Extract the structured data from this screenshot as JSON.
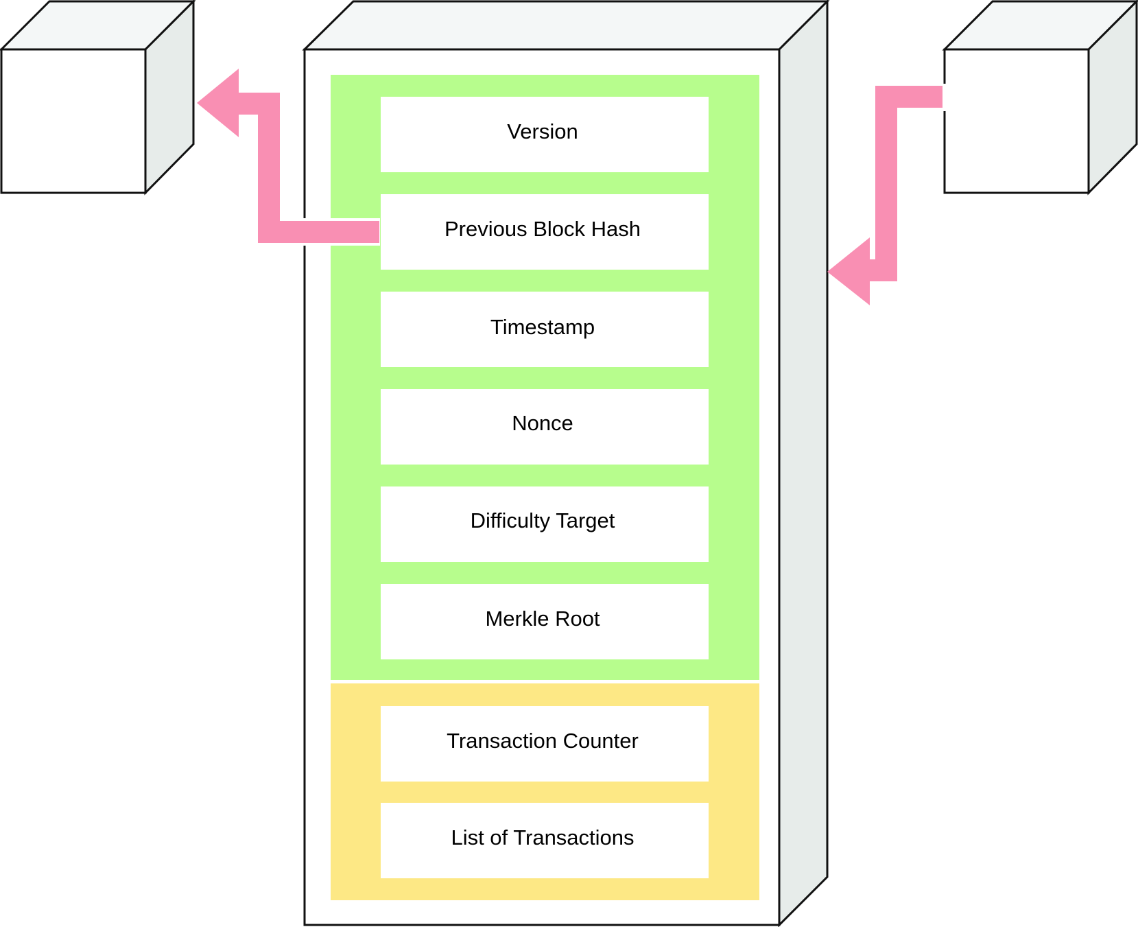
{
  "header_fields": [
    "Version",
    "Previous Block Hash",
    "Timestamp",
    "Nonce",
    "Difficulty Target",
    "Merkle Root"
  ],
  "body_fields": [
    "Transaction Counter",
    "List of Transactions"
  ],
  "colors": {
    "header_section": "#b7fd8d",
    "body_section": "#fde885",
    "arrow": "#f98fb3",
    "cube_face": "#ffffff",
    "cube_top": "#f4f7f7",
    "cube_side": "#e7ecea",
    "outline": "#111111"
  }
}
